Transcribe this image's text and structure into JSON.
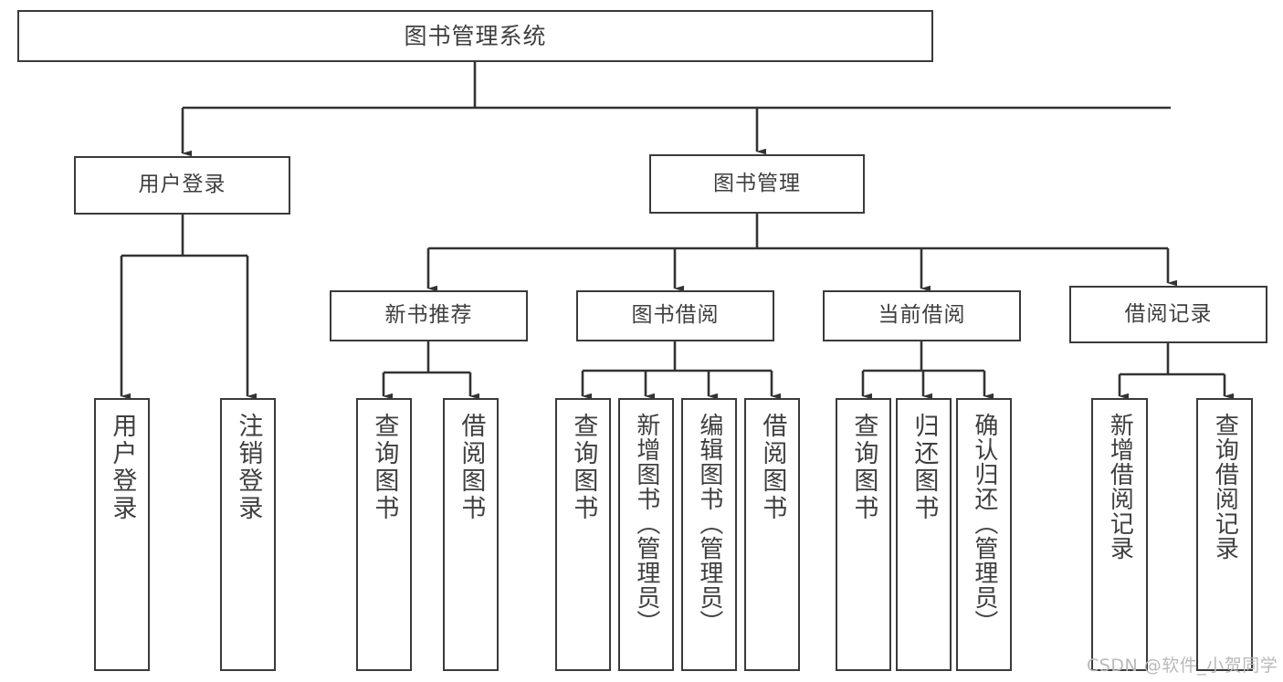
{
  "diagram": {
    "title": "图书管理系统",
    "type": "tree-hierarchy-diagram",
    "watermark": "CSDN @软件_小贺同学",
    "colors": {
      "box_border": "#3a3a3a",
      "box_fill": "#ffffff",
      "text": "#3f3f3f",
      "connector": "#333333",
      "background": "#ffffff",
      "watermark": "#b9b9b9"
    },
    "root": {
      "label": "图书管理系统"
    },
    "level2": [
      {
        "label": "用户登录"
      },
      {
        "label": "图书管理"
      }
    ],
    "level3": [
      {
        "label": "新书推荐"
      },
      {
        "label": "图书借阅"
      },
      {
        "label": "当前借阅"
      },
      {
        "label": "借阅记录"
      }
    ],
    "leaves": {
      "user_login": [
        {
          "label": "用户登录"
        },
        {
          "label": "注销登录"
        }
      ],
      "new_book_recommend": [
        {
          "label": "查询图书"
        },
        {
          "label": "借阅图书"
        }
      ],
      "book_borrow": [
        {
          "label": "查询图书"
        },
        {
          "label": "新增图书（管理员）"
        },
        {
          "label": "编辑图书（管理员）"
        },
        {
          "label": "借阅图书"
        }
      ],
      "current_borrow": [
        {
          "label": "查询图书"
        },
        {
          "label": "归还图书"
        },
        {
          "label": "确认归还（管理员）"
        }
      ],
      "borrow_record": [
        {
          "label": "新增借阅记录"
        },
        {
          "label": "查询借阅记录"
        }
      ]
    }
  }
}
